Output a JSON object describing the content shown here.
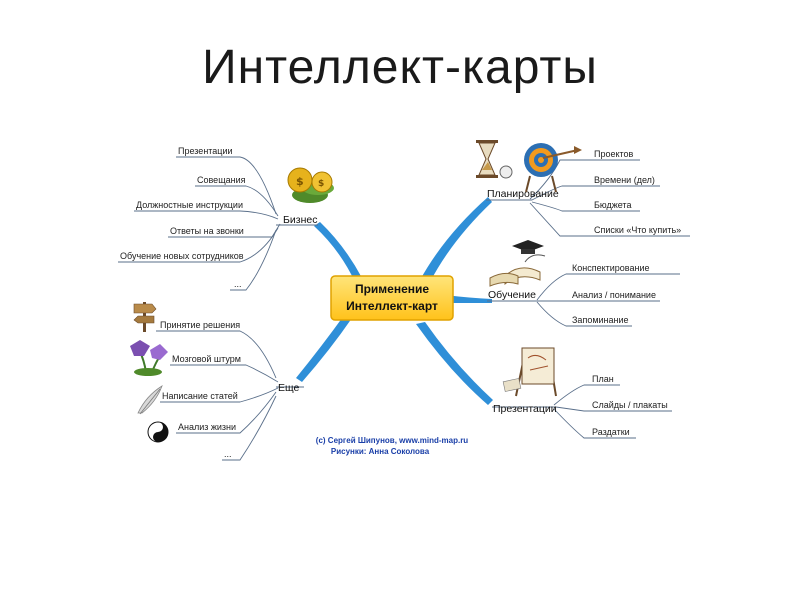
{
  "title": "Интеллект-карты",
  "center": {
    "line1": "Применение",
    "line2": "Интеллект-карт"
  },
  "branches": {
    "business": {
      "label": "Бизнес",
      "items": [
        "Презентации",
        "Совещания",
        "Должностные инструкции",
        "Ответы на звонки",
        "Обучение новых сотрудников",
        "..."
      ]
    },
    "planning": {
      "label": "Планирование",
      "items": [
        "Проектов",
        "Времени (дел)",
        "Бюджета",
        "Списки «Что купить»"
      ]
    },
    "learning": {
      "label": "Обучение",
      "items": [
        "Конспектирование",
        "Анализ / понимание",
        "Запоминание"
      ]
    },
    "more": {
      "label": "Еще",
      "items": [
        "Принятие решения",
        "Мозговой штурм",
        "Написание статей",
        "Анализ жизни",
        "..."
      ]
    },
    "presentations": {
      "label": "Презентации",
      "items": [
        "План",
        "Слайды / плакаты",
        "Раздатки"
      ]
    }
  },
  "credits": {
    "line1": "(c) Сергей Шипунов, www.mind-map.ru",
    "line2": "Рисунки: Анна Соколова"
  },
  "icons": [
    "coins-icon",
    "hourglass-icon",
    "target-icon",
    "graduation-cap-icon",
    "signpost-icon",
    "flower-icon",
    "feather-icon",
    "yin-yang-icon",
    "easel-icon"
  ],
  "colors": {
    "branch": "#2f8fd8",
    "center_fill": "#ffd23a",
    "center_border": "#e0a200",
    "credit": "#1a3fa8"
  }
}
